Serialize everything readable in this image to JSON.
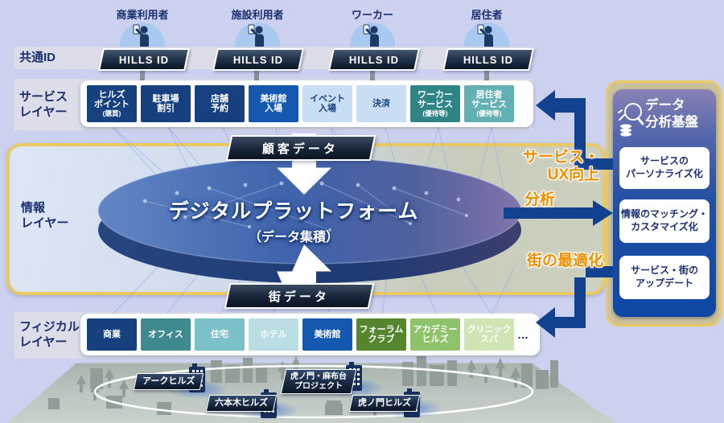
{
  "header_users": [
    {
      "label": "商業利用者",
      "id_badge": "HILLS ID"
    },
    {
      "label": "施設利用者",
      "id_badge": "HILLS ID"
    },
    {
      "label": "ワーカー",
      "id_badge": "HILLS ID"
    },
    {
      "label": "居住者",
      "id_badge": "HILLS ID"
    }
  ],
  "layer_labels": {
    "common_id": "共通ID",
    "service": "サービス\nレイヤー",
    "info": "情報\nレイヤー",
    "physical": "フィジカル\nレイヤー"
  },
  "service_layer": {
    "boxes": [
      {
        "label": "ヒルズ\nポイント",
        "sub": "(購買)",
        "bg": "#17407f",
        "fg": "#ffffff"
      },
      {
        "label": "駐車場\n割引",
        "sub": "",
        "bg": "#17407f",
        "fg": "#ffffff"
      },
      {
        "label": "店舗\n予約",
        "sub": "",
        "bg": "#17407f",
        "fg": "#ffffff"
      },
      {
        "label": "美術館\n入場",
        "sub": "",
        "bg": "#1558b0",
        "fg": "#ffffff"
      },
      {
        "label": "イベント\n入場",
        "sub": "",
        "bg": "#c9def5",
        "fg": "#17407f"
      },
      {
        "label": "決済",
        "sub": "",
        "bg": "#c9def5",
        "fg": "#17407f"
      },
      {
        "label": "ワーカー\nサービス",
        "sub": "(優待等)",
        "bg": "#2f8486",
        "fg": "#ffffff"
      },
      {
        "label": "居住者\nサービス",
        "sub": "(優待等)",
        "bg": "#63b0b4",
        "fg": "#ffffff"
      }
    ]
  },
  "physical_layer": {
    "boxes": [
      {
        "label": "商業",
        "bg": "#17407f",
        "fg": "#ffffff"
      },
      {
        "label": "オフィス",
        "bg": "#3f8a8e",
        "fg": "#ffffff"
      },
      {
        "label": "住宅",
        "bg": "#7cc0c9",
        "fg": "#ffffff"
      },
      {
        "label": "ホテル",
        "bg": "#b9dde2",
        "fg": "#ffffff"
      },
      {
        "label": "美術館",
        "bg": "#1558b0",
        "fg": "#ffffff"
      },
      {
        "label": "フォーラム\nクラブ",
        "bg": "#55862e",
        "fg": "#ffffff"
      },
      {
        "label": "アカデミー\nヒルズ",
        "bg": "#8fc36b",
        "fg": "#ffffff"
      },
      {
        "label": "クリニック\nスパ",
        "bg": "#cfe6b4",
        "fg": "#ffffff"
      }
    ],
    "more_dots": "…"
  },
  "banners": {
    "customer_data": "顧客データ",
    "city_data": "街データ"
  },
  "platform": {
    "title": "デジタルプラットフォーム",
    "subtitle": "（データ集積）"
  },
  "analysis_panel": {
    "title": "データ\n分析基盤",
    "items": [
      {
        "label": "サービスの\nパーソナライズ化"
      },
      {
        "label": "情報のマッチング・\nカスタマイズ化"
      },
      {
        "label": "サービス・街の\nアップデート"
      }
    ]
  },
  "flow_labels": {
    "service_ux": "サービス・\nUX向上",
    "analysis": "分析",
    "city_opt": "街の最適化"
  },
  "city": {
    "buildings": [
      {
        "label": "アークヒルズ"
      },
      {
        "label": "六本木ヒルズ"
      },
      {
        "label": "虎ノ門・麻布台\nプロジェクト"
      },
      {
        "label": "虎ノ門ヒルズ"
      }
    ]
  },
  "colors": {
    "background": "#cdd1f0",
    "gold_border": "#eac963",
    "navy": "#17407f",
    "flow_arrow": "#12418f",
    "flow_label_orange": "#ef8f00",
    "platform_disc": "#3f63ac"
  }
}
